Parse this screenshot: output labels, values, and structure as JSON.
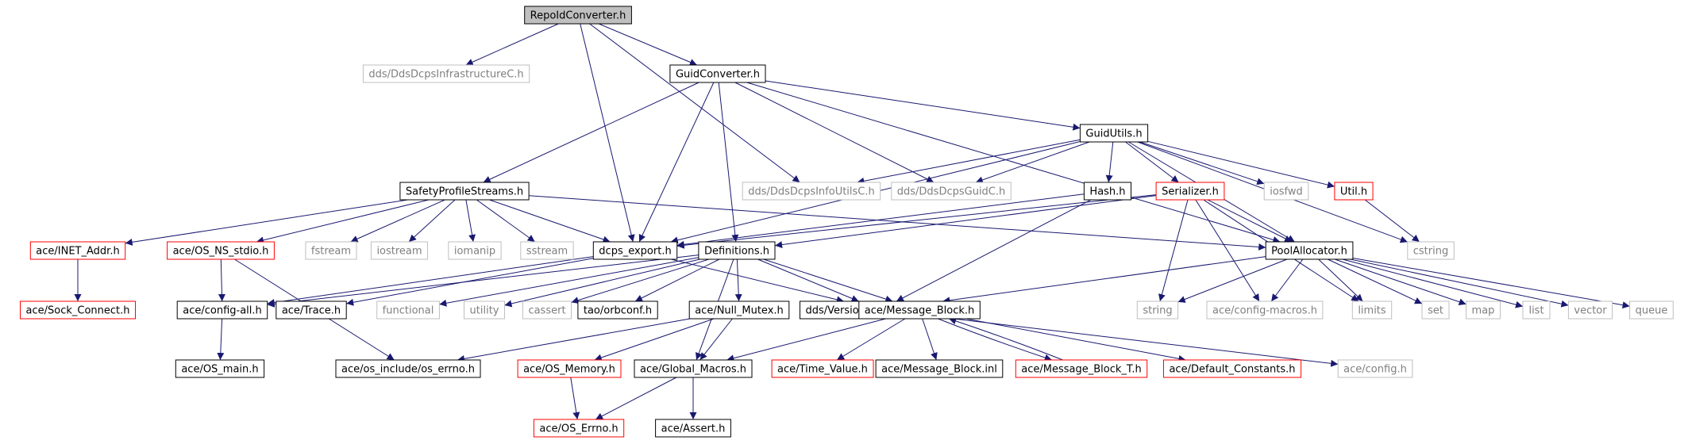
{
  "colors": {
    "edge": "#191970",
    "node_border_documented": "#000000",
    "node_border_external": "#bfbfbf",
    "node_border_truncated": "#ff0000",
    "root_fill": "#bfbfbf",
    "node_fill": "#ffffff",
    "text_documented": "#000000",
    "text_external": "#7f7f7f"
  },
  "graph": {
    "root": "RepoIdConverter.h",
    "nodes": [
      {
        "id": "n0",
        "label": "RepoIdConverter.h",
        "kind": "root"
      },
      {
        "id": "n1",
        "label": "dds/DdsDcpsInfrastructureC.h",
        "kind": "external"
      },
      {
        "id": "n2",
        "label": "GuidConverter.h",
        "kind": "documented"
      },
      {
        "id": "n3",
        "label": "GuidUtils.h",
        "kind": "documented"
      },
      {
        "id": "n4",
        "label": "SafetyProfileStreams.h",
        "kind": "documented"
      },
      {
        "id": "n5",
        "label": "dds/DdsDcpsInfoUtilsC.h",
        "kind": "external"
      },
      {
        "id": "n6",
        "label": "dds/DdsDcpsGuidC.h",
        "kind": "external"
      },
      {
        "id": "n7",
        "label": "Hash.h",
        "kind": "documented"
      },
      {
        "id": "n8",
        "label": "Serializer.h",
        "kind": "truncated"
      },
      {
        "id": "n9",
        "label": "iosfwd",
        "kind": "external"
      },
      {
        "id": "n10",
        "label": "Util.h",
        "kind": "truncated"
      },
      {
        "id": "n11",
        "label": "ace/INET_Addr.h",
        "kind": "truncated"
      },
      {
        "id": "n12",
        "label": "ace/OS_NS_stdio.h",
        "kind": "truncated"
      },
      {
        "id": "n13",
        "label": "fstream",
        "kind": "external"
      },
      {
        "id": "n14",
        "label": "iostream",
        "kind": "external"
      },
      {
        "id": "n15",
        "label": "iomanip",
        "kind": "external"
      },
      {
        "id": "n16",
        "label": "sstream",
        "kind": "external"
      },
      {
        "id": "n17",
        "label": "dcps_export.h",
        "kind": "documented"
      },
      {
        "id": "n18",
        "label": "Definitions.h",
        "kind": "documented"
      },
      {
        "id": "n19",
        "label": "PoolAllocator.h",
        "kind": "documented"
      },
      {
        "id": "n20",
        "label": "cstring",
        "kind": "external"
      },
      {
        "id": "n21",
        "label": "ace/Sock_Connect.h",
        "kind": "truncated"
      },
      {
        "id": "n22",
        "label": "ace/config-all.h",
        "kind": "documented"
      },
      {
        "id": "n23",
        "label": "ace/Trace.h",
        "kind": "documented"
      },
      {
        "id": "n24",
        "label": "functional",
        "kind": "external"
      },
      {
        "id": "n25",
        "label": "utility",
        "kind": "external"
      },
      {
        "id": "n26",
        "label": "cassert",
        "kind": "external"
      },
      {
        "id": "n27",
        "label": "tao/orbconf.h",
        "kind": "documented"
      },
      {
        "id": "n28",
        "label": "dds/Versioned_Namespace.h",
        "kind": "documented"
      },
      {
        "id": "n29",
        "label": "string",
        "kind": "external"
      },
      {
        "id": "n30",
        "label": "ace/config-macros.h",
        "kind": "external"
      },
      {
        "id": "n31",
        "label": "limits",
        "kind": "external"
      },
      {
        "id": "n32",
        "label": "set",
        "kind": "external"
      },
      {
        "id": "n33",
        "label": "map",
        "kind": "external"
      },
      {
        "id": "n34",
        "label": "list",
        "kind": "external"
      },
      {
        "id": "n35",
        "label": "vector",
        "kind": "external"
      },
      {
        "id": "n36",
        "label": "queue",
        "kind": "external"
      },
      {
        "id": "n37",
        "label": "ace/Null_Mutex.h",
        "kind": "documented"
      },
      {
        "id": "n38",
        "label": "ace/Message_Block.h",
        "kind": "documented"
      },
      {
        "id": "n39",
        "label": "ace/OS_main.h",
        "kind": "documented"
      },
      {
        "id": "n40",
        "label": "ace/os_include/os_errno.h",
        "kind": "documented"
      },
      {
        "id": "n41",
        "label": "ace/OS_Memory.h",
        "kind": "truncated"
      },
      {
        "id": "n42",
        "label": "ace/Global_Macros.h",
        "kind": "documented"
      },
      {
        "id": "n43",
        "label": "ace/Time_Value.h",
        "kind": "truncated"
      },
      {
        "id": "n44",
        "label": "ace/Message_Block.inl",
        "kind": "documented"
      },
      {
        "id": "n45",
        "label": "ace/Message_Block_T.h",
        "kind": "truncated"
      },
      {
        "id": "n46",
        "label": "ace/Default_Constants.h",
        "kind": "truncated"
      },
      {
        "id": "n47",
        "label": "ace/config.h",
        "kind": "external"
      },
      {
        "id": "n48",
        "label": "ace/OS_Errno.h",
        "kind": "truncated"
      },
      {
        "id": "n49",
        "label": "ace/Assert.h",
        "kind": "documented"
      }
    ],
    "edges": [
      {
        "from": "n0",
        "to": "n1"
      },
      {
        "from": "n0",
        "to": "n2"
      },
      {
        "from": "n0",
        "to": "n5"
      },
      {
        "from": "n0",
        "to": "n17"
      },
      {
        "from": "n2",
        "to": "n3"
      },
      {
        "from": "n2",
        "to": "n4"
      },
      {
        "from": "n2",
        "to": "n6"
      },
      {
        "from": "n2",
        "to": "n17"
      },
      {
        "from": "n2",
        "to": "n18"
      },
      {
        "from": "n2",
        "to": "n19"
      },
      {
        "from": "n3",
        "to": "n5"
      },
      {
        "from": "n3",
        "to": "n6"
      },
      {
        "from": "n3",
        "to": "n7"
      },
      {
        "from": "n3",
        "to": "n8"
      },
      {
        "from": "n3",
        "to": "n9"
      },
      {
        "from": "n3",
        "to": "n10"
      },
      {
        "from": "n3",
        "to": "n17"
      },
      {
        "from": "n3",
        "to": "n19"
      },
      {
        "from": "n3",
        "to": "n20"
      },
      {
        "from": "n4",
        "to": "n11"
      },
      {
        "from": "n4",
        "to": "n12"
      },
      {
        "from": "n4",
        "to": "n13"
      },
      {
        "from": "n4",
        "to": "n14"
      },
      {
        "from": "n4",
        "to": "n15"
      },
      {
        "from": "n4",
        "to": "n16"
      },
      {
        "from": "n4",
        "to": "n17"
      },
      {
        "from": "n4",
        "to": "n19"
      },
      {
        "from": "n7",
        "to": "n17"
      },
      {
        "from": "n7",
        "to": "n28"
      },
      {
        "from": "n8",
        "to": "n17"
      },
      {
        "from": "n8",
        "to": "n18"
      },
      {
        "from": "n8",
        "to": "n19"
      },
      {
        "from": "n8",
        "to": "n29"
      },
      {
        "from": "n8",
        "to": "n30"
      },
      {
        "from": "n8",
        "to": "n31"
      },
      {
        "from": "n10",
        "to": "n20"
      },
      {
        "from": "n11",
        "to": "n21"
      },
      {
        "from": "n12",
        "to": "n22"
      },
      {
        "from": "n12",
        "to": "n40"
      },
      {
        "from": "n17",
        "to": "n22"
      },
      {
        "from": "n17",
        "to": "n23"
      },
      {
        "from": "n17",
        "to": "n28"
      },
      {
        "from": "n18",
        "to": "n22"
      },
      {
        "from": "n18",
        "to": "n24"
      },
      {
        "from": "n18",
        "to": "n25"
      },
      {
        "from": "n18",
        "to": "n26"
      },
      {
        "from": "n18",
        "to": "n27"
      },
      {
        "from": "n18",
        "to": "n28"
      },
      {
        "from": "n18",
        "to": "n37"
      },
      {
        "from": "n18",
        "to": "n38"
      },
      {
        "from": "n18",
        "to": "n42"
      },
      {
        "from": "n19",
        "to": "n28"
      },
      {
        "from": "n19",
        "to": "n29"
      },
      {
        "from": "n19",
        "to": "n30"
      },
      {
        "from": "n19",
        "to": "n31"
      },
      {
        "from": "n19",
        "to": "n32"
      },
      {
        "from": "n19",
        "to": "n33"
      },
      {
        "from": "n19",
        "to": "n34"
      },
      {
        "from": "n19",
        "to": "n35"
      },
      {
        "from": "n19",
        "to": "n36"
      },
      {
        "from": "n22",
        "to": "n39"
      },
      {
        "from": "n28",
        "to": "n47"
      },
      {
        "from": "n37",
        "to": "n40"
      },
      {
        "from": "n37",
        "to": "n41"
      },
      {
        "from": "n37",
        "to": "n42"
      },
      {
        "from": "n38",
        "to": "n42"
      },
      {
        "from": "n38",
        "to": "n43"
      },
      {
        "from": "n38",
        "to": "n44"
      },
      {
        "from": "n38",
        "to": "n45"
      },
      {
        "from": "n38",
        "to": "n46"
      },
      {
        "from": "n45",
        "to": "n38"
      },
      {
        "from": "n41",
        "to": "n48"
      },
      {
        "from": "n42",
        "to": "n48"
      },
      {
        "from": "n42",
        "to": "n49"
      }
    ]
  }
}
